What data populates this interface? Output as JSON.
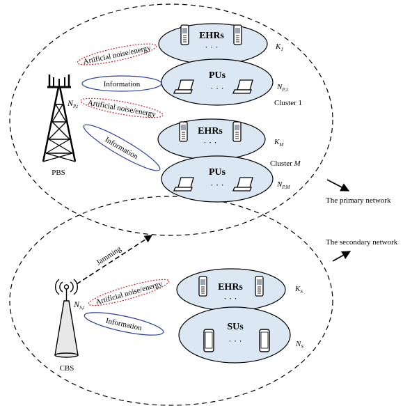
{
  "colors": {
    "group_fill": "#dbe8f3",
    "info_link": "#2a3f9c",
    "noise_link": "#d42020",
    "stroke": "#000000"
  },
  "primary_network": {
    "label": "The primary network",
    "base_station": {
      "label": "PBS",
      "antenna_label": "N",
      "antenna_sub": "P,t",
      "icon": "lattice-tower-icon"
    },
    "clusters": [
      {
        "label": "Cluster 1",
        "ehr": {
          "title": "EHRs",
          "dots": "· · ·",
          "count_label": "K",
          "count_sub": "1",
          "icon": "cellphone-icon"
        },
        "pu": {
          "title": "PUs",
          "dots": "· · ·",
          "count_label": "N",
          "count_sub": "P,1",
          "icon": "laptop-icon"
        },
        "links": {
          "noise": "Artificial noise/energy",
          "info": "Information"
        }
      },
      {
        "label_prefix": "Cluster",
        "label_var": "M",
        "ehr": {
          "title": "EHRs",
          "dots": "· · ·",
          "count_label": "K",
          "count_sub": "M",
          "icon": "cellphone-icon"
        },
        "pu": {
          "title": "PUs",
          "dots": "· · ·",
          "count_label": "N",
          "count_sub": "P,M",
          "icon": "laptop-icon"
        },
        "links": {
          "noise": "Artificial noise/energy",
          "info": "Information"
        }
      }
    ]
  },
  "secondary_network": {
    "label": "The secondary network",
    "base_station": {
      "label": "CBS",
      "antenna_label": "N",
      "antenna_sub": "S,t",
      "icon": "cylinder-tower-icon"
    },
    "ehr": {
      "title": "EHRs",
      "dots": "· · ·",
      "count_label": "K",
      "count_sub": "S",
      "icon": "cellphone-icon"
    },
    "su": {
      "title": "SUs",
      "dots": "· · ·",
      "count_label": "N",
      "count_sub": "S",
      "icon": "smartphone-icon"
    },
    "links": {
      "noise": "Artificial noise/energy",
      "info": "Information"
    },
    "jamming_label": "Jamming"
  }
}
